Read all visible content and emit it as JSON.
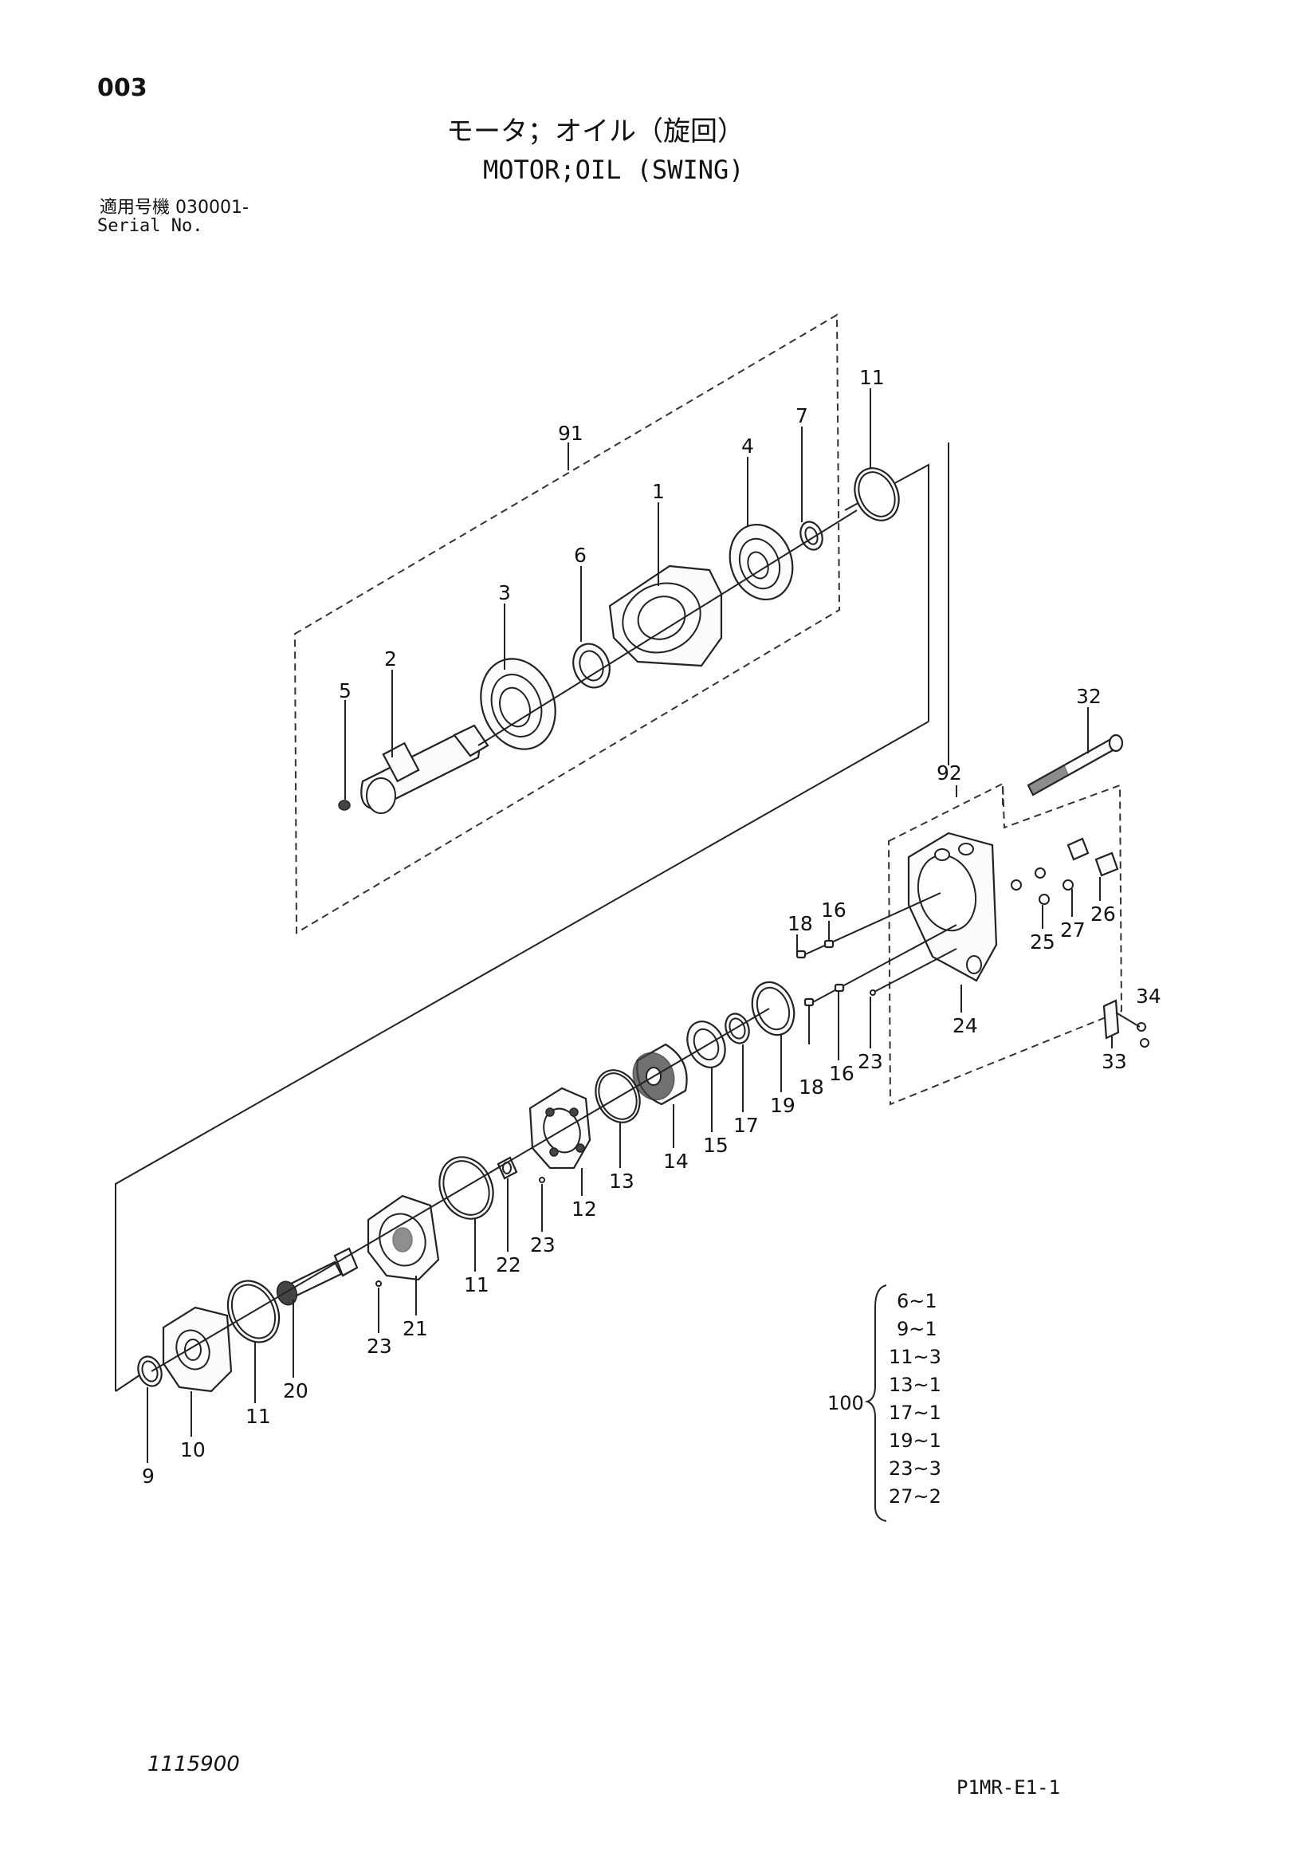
{
  "header": {
    "page_number": "003",
    "title_jp": "モータ；オイル（旋回）",
    "title_en": "MOTOR;OIL (SWING)",
    "serial_label_jp": "適用号機  030001-",
    "serial_label_en": "Serial No."
  },
  "parts": {
    "p1": "1",
    "p2": "2",
    "p3": "3",
    "p4": "4",
    "p5": "5",
    "p6": "6",
    "p7": "7",
    "p11a": "11",
    "p91": "91",
    "p92": "92",
    "p32": "32",
    "p16a": "16",
    "p18a": "18",
    "p25": "25",
    "p27": "27",
    "p26": "26",
    "p34": "34",
    "p33": "33",
    "p24": "24",
    "p23a": "23",
    "p16b": "16",
    "p18b": "18",
    "p19": "19",
    "p17": "17",
    "p15": "15",
    "p14": "14",
    "p13": "13",
    "p12": "12",
    "p23b": "23",
    "p22": "22",
    "p11b": "11",
    "p21": "21",
    "p23c": "23",
    "p20": "20",
    "p11c": "11",
    "p10": "10",
    "p9": "9"
  },
  "kit": {
    "number": "100",
    "items": [
      "6~1",
      "9~1",
      "11~3",
      "13~1",
      "17~1",
      "19~1",
      "23~3",
      "27~2"
    ]
  },
  "footer": {
    "doc_number": "1115900",
    "page_code": "P1MR-E1-1"
  }
}
